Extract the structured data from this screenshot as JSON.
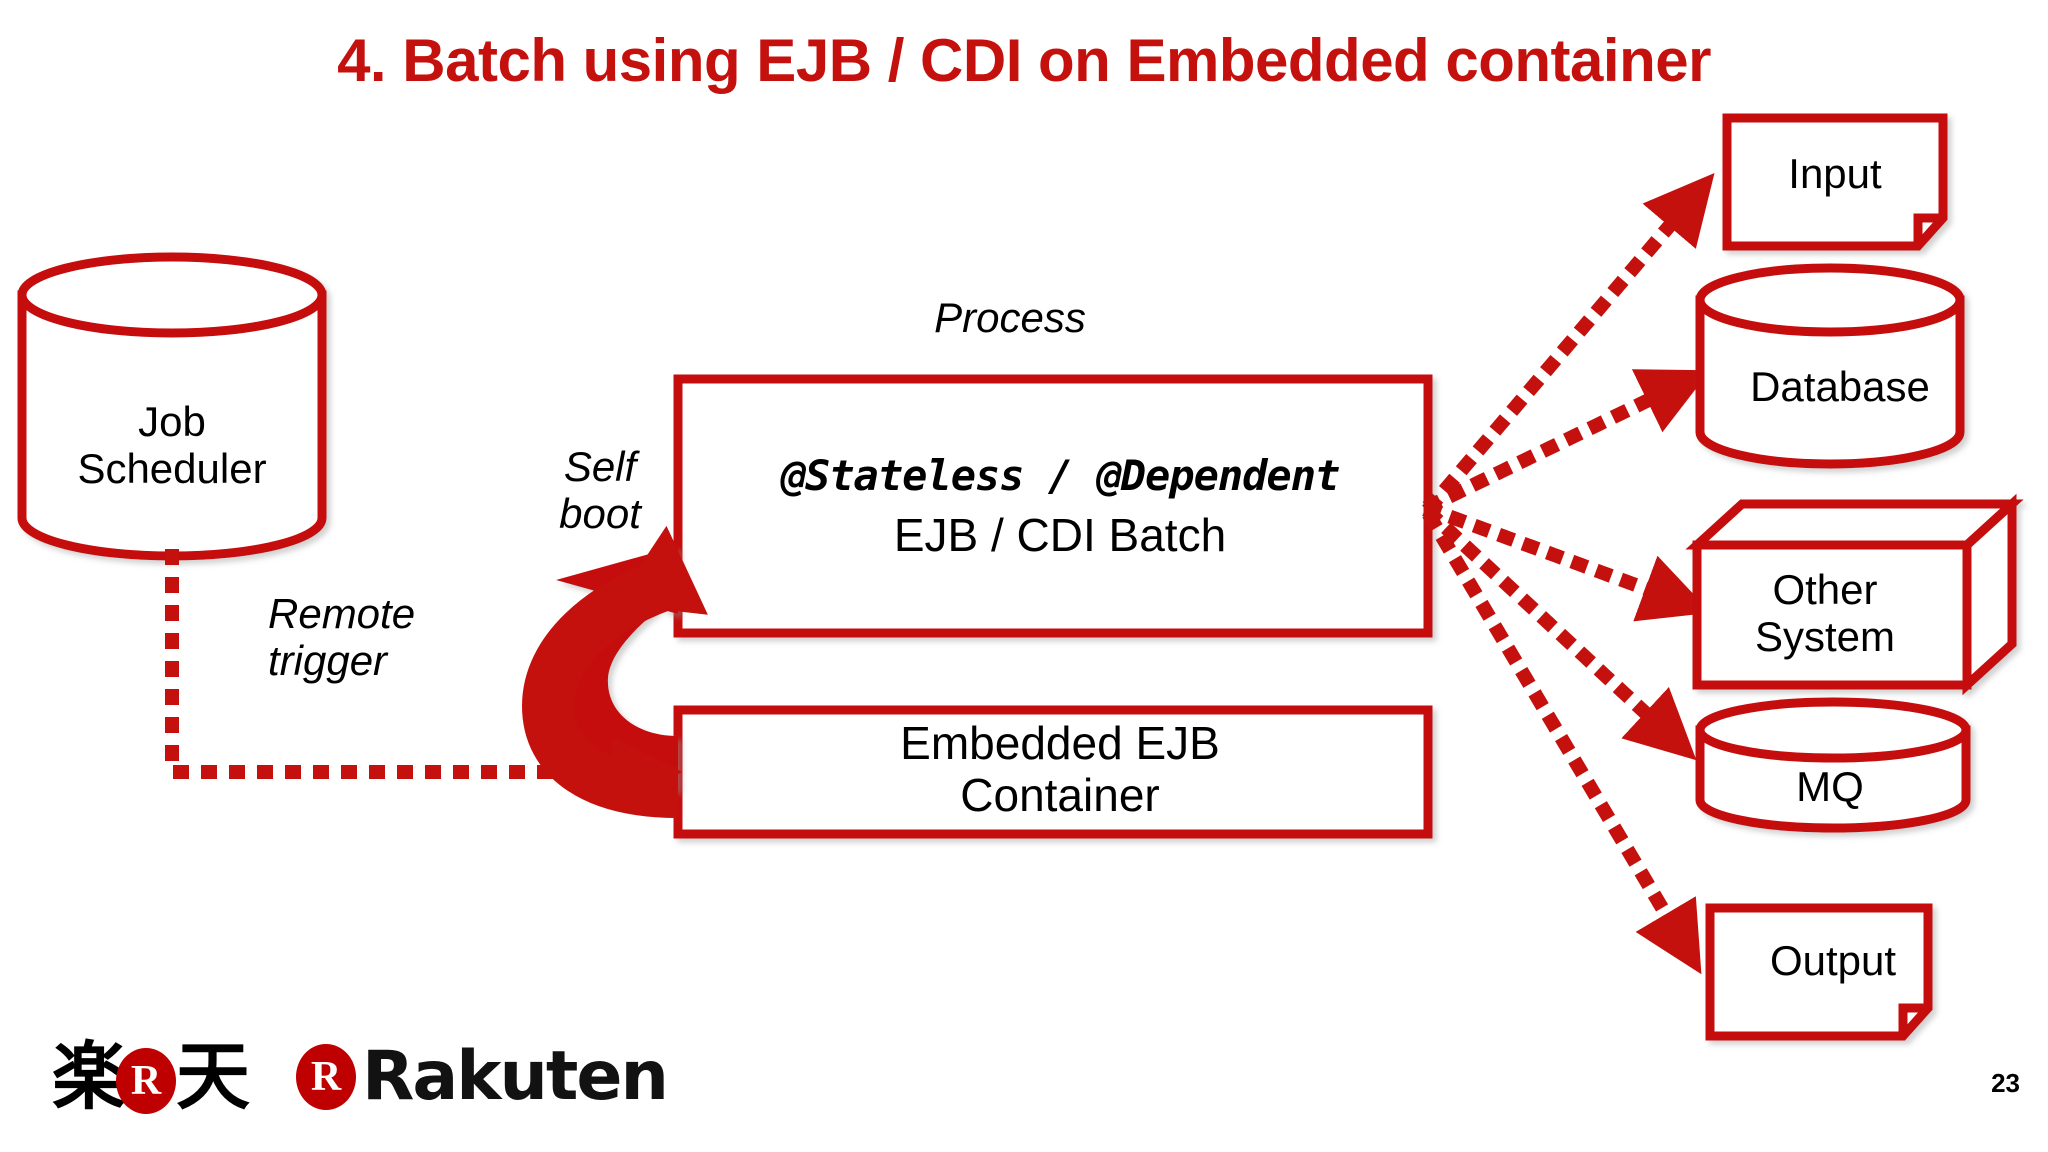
{
  "slide": {
    "title": "4. Batch using EJB / CDI on Embedded container",
    "page_number": "23",
    "accent_color": "#C5110E",
    "logo_red": "#BF0000",
    "background": "#FFFFFF"
  },
  "diagram": {
    "job_scheduler": {
      "label": "Job\nScheduler",
      "shape": "cylinder"
    },
    "process_caption": "Process",
    "process_box": {
      "annotations": "@Stateless / @Dependent",
      "subtitle": "EJB / CDI Batch",
      "shape": "rectangle"
    },
    "container_box": {
      "label": "Embedded EJB\nContainer",
      "shape": "rectangle"
    },
    "self_boot_label": "Self\nboot",
    "remote_trigger_label": "Remote\ntrigger",
    "resources": [
      {
        "id": "input",
        "label": "Input",
        "shape": "document"
      },
      {
        "id": "database",
        "label": "Database",
        "shape": "cylinder"
      },
      {
        "id": "other-system",
        "label": "Other\nSystem",
        "shape": "cube"
      },
      {
        "id": "mq",
        "label": "MQ",
        "shape": "flat-cylinder"
      },
      {
        "id": "output",
        "label": "Output",
        "shape": "document"
      }
    ]
  },
  "logo": {
    "japanese": "楽天",
    "r_mark": "R",
    "wordmark": "Rakuten"
  }
}
